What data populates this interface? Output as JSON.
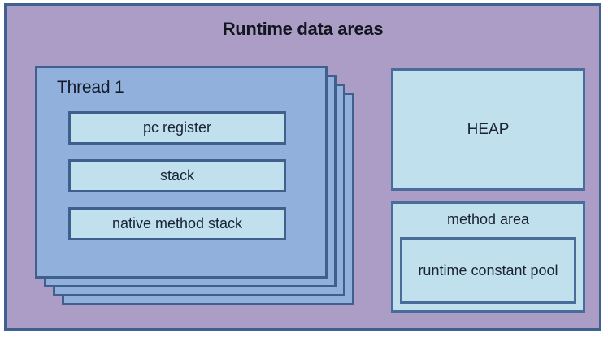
{
  "diagram": {
    "title": "Runtime data areas",
    "colors": {
      "outer_panel_fill": "#ac9dc6",
      "outer_panel_border": "#40618f",
      "thread_card_fill": "#92b0dc",
      "thread_card_border": "#3f5f8c",
      "memory_box_fill": "#bfe0ec",
      "memory_box_border": "#3f5f8c",
      "text": "#1a2233"
    },
    "thread_stack": {
      "label": "Thread 1",
      "card_count": 4,
      "boxes": [
        {
          "label": "pc register"
        },
        {
          "label": "stack"
        },
        {
          "label": "native method stack"
        }
      ]
    },
    "right_column": {
      "heap": {
        "label": "HEAP"
      },
      "method_area": {
        "label": "method area",
        "constant_pool": {
          "label": "runtime constant pool"
        }
      }
    }
  }
}
